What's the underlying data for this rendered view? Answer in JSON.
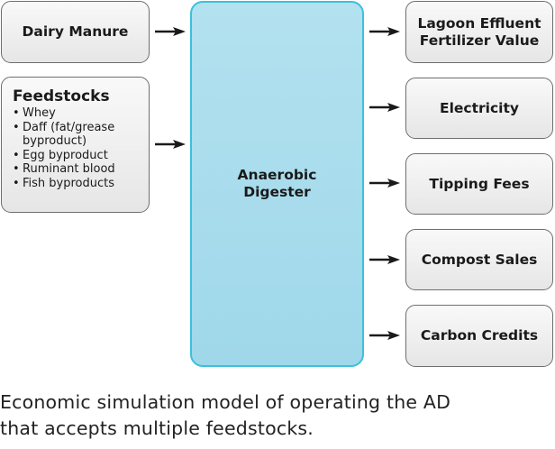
{
  "inputs": {
    "dairy_manure": "Dairy Manure",
    "feedstocks": {
      "title": "Feedstocks",
      "items": [
        "Whey",
        "Daff (fat/grease byproduct)",
        "Egg byproduct",
        "Ruminant blood",
        "Fish byproducts"
      ]
    }
  },
  "center": {
    "line1": "Anaerobic",
    "line2": "Digester"
  },
  "outputs": [
    {
      "line1": "Lagoon Effluent",
      "line2": "Fertilizer Value"
    },
    {
      "line1": "Electricity"
    },
    {
      "line1": "Tipping Fees"
    },
    {
      "line1": "Compost Sales"
    },
    {
      "line1": "Carbon Credits"
    }
  ],
  "caption": {
    "line1": "Economic simulation model of operating the AD",
    "line2": "that accepts multiple feedstocks."
  },
  "colors": {
    "digester_fill": "#a7dbec",
    "digester_border": "#3cc0dc",
    "box_border": "#6e6e6e",
    "arrow": "#1a1a1a"
  }
}
